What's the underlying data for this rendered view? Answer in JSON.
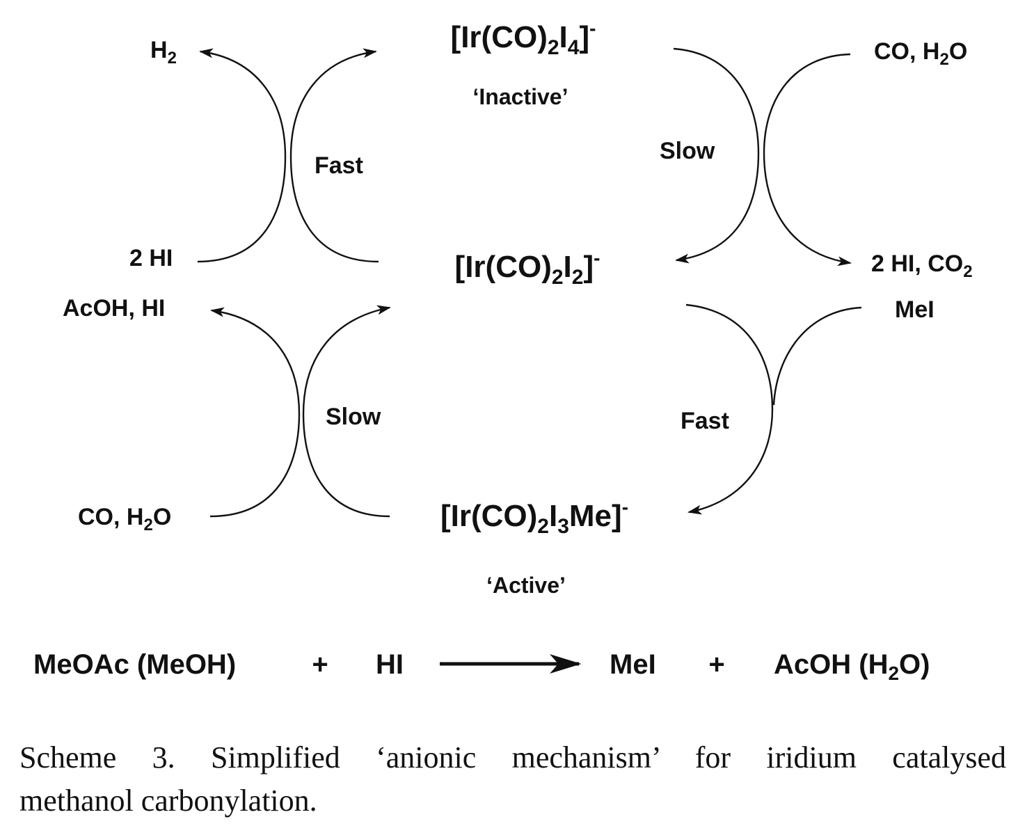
{
  "species": {
    "inactive_complex": {
      "pre": "[Ir(CO)",
      "sub1": "2",
      "mid": "I",
      "sub2": "4",
      "post": "]",
      "charge": "-"
    },
    "inactive_label": "‘Inactive’",
    "center_complex": {
      "pre": "[Ir(CO)",
      "sub1": "2",
      "mid": "I",
      "sub2": "2",
      "post": "]",
      "charge": "-"
    },
    "active_complex": {
      "pre": "[Ir(CO)",
      "sub1": "2",
      "mid": "I",
      "sub2": "3",
      "post": "Me]",
      "charge": "-"
    },
    "active_label": "‘Active’"
  },
  "reagents": {
    "h2": {
      "base": "H",
      "sub": "2"
    },
    "two_hi_left": "2 HI",
    "acoh_hi": "AcOH, HI",
    "co_h2o_left": {
      "pre": "CO, H",
      "sub": "2",
      "post": "O"
    },
    "co_h2o_right": {
      "pre": "CO, H",
      "sub": "2",
      "post": "O"
    },
    "two_hi_co2": {
      "pre": "2 HI, CO",
      "sub": "2"
    },
    "mei": "MeI"
  },
  "rates": {
    "upper_left": "Fast",
    "upper_right": "Slow",
    "lower_left": "Slow",
    "lower_right": "Fast"
  },
  "overall_reaction": {
    "reactant1": "MeOAc (MeOH)",
    "plus1": "+",
    "reactant2": "HI",
    "product1": "MeI",
    "plus2": "+",
    "product2": {
      "pre": "AcOH (H",
      "sub": "2",
      "post": "O)"
    }
  },
  "caption": {
    "line1": "Scheme 3. Simplified ‘anionic mechanism’ for iridium catalysed",
    "line2": "methanol carbonylation."
  }
}
